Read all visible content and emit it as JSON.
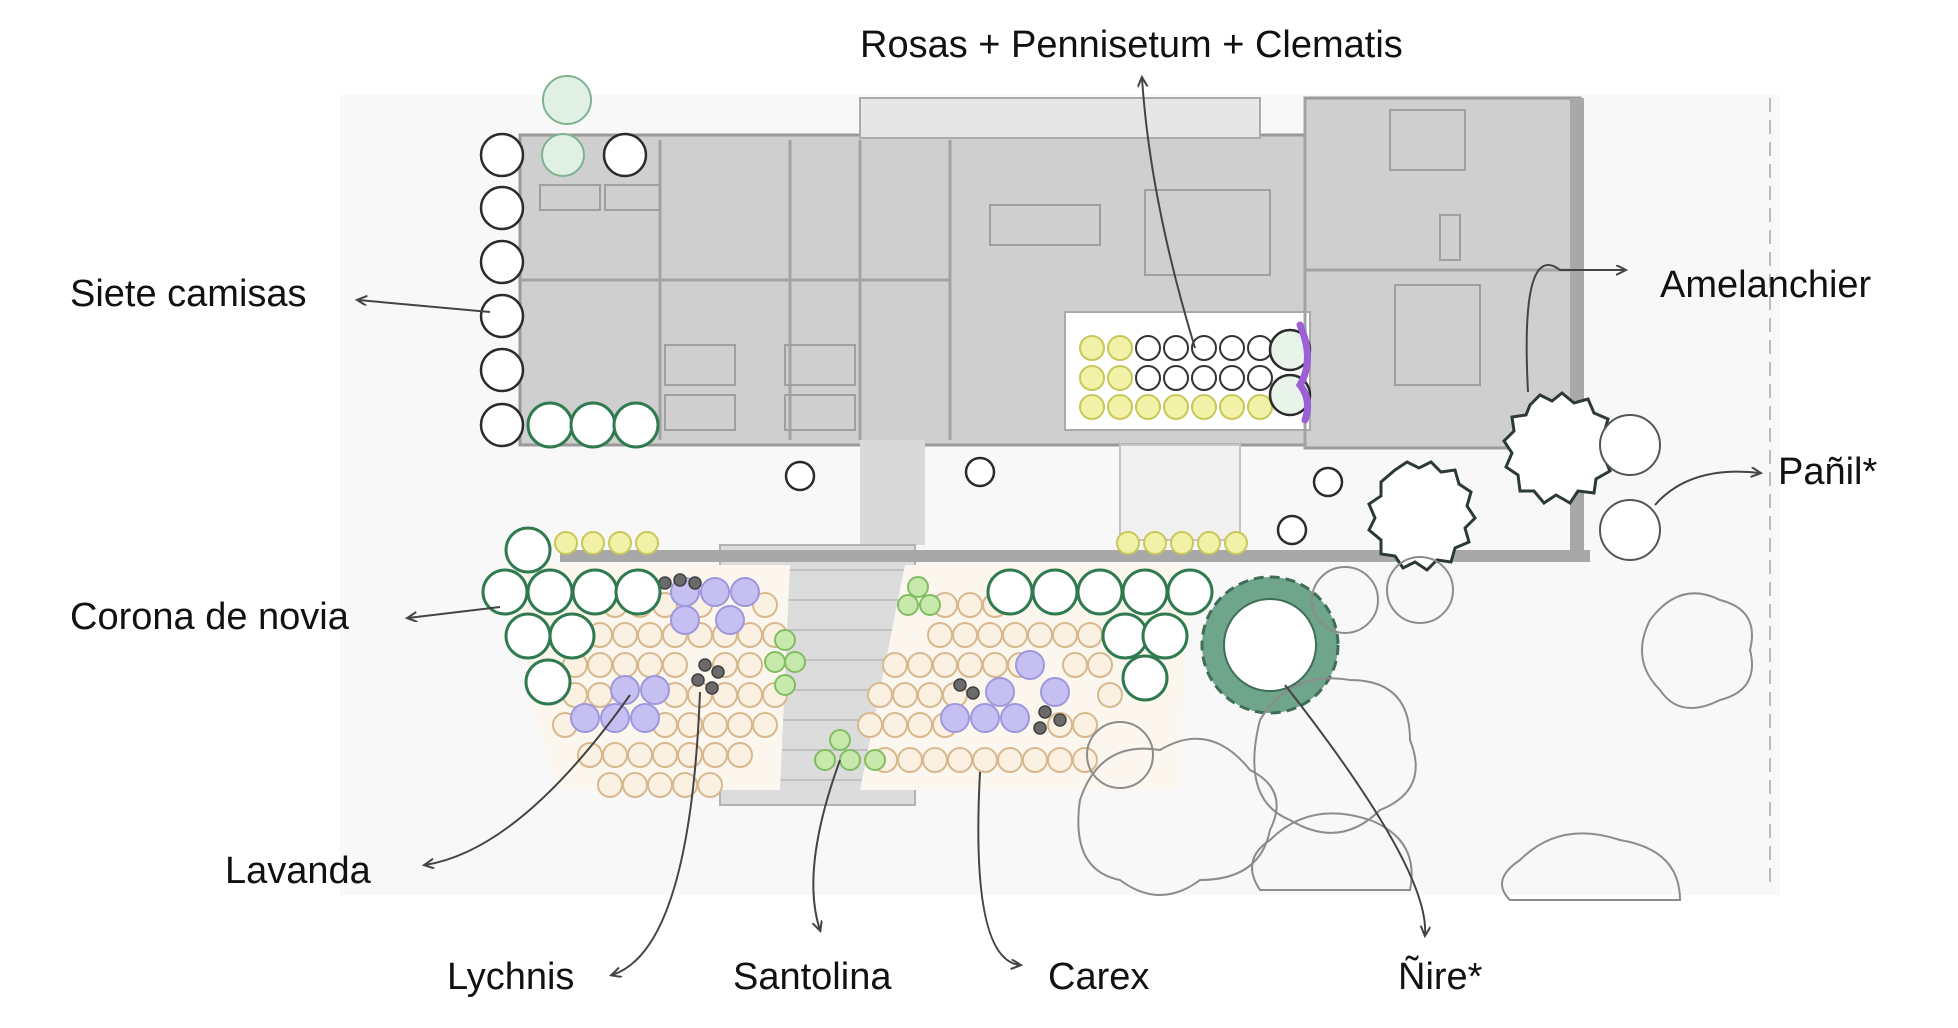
{
  "labels": {
    "top": "Rosas + Pennisetum + Clematis",
    "siete": "Siete camisas",
    "amelanchier": "Amelanchier",
    "panil": "Pañil*",
    "corona": "Corona de novia",
    "lavanda": "Lavanda",
    "lychnis": "Lychnis",
    "santolina": "Santolina",
    "carex": "Carex",
    "nire": "Ñire*"
  },
  "colors": {
    "house": "#cfcfcf",
    "wall": "#9a9a9a",
    "shrub_green": "#2f7a4f",
    "nire_fill": "#6fa58a",
    "lavender": "#b9b4ee",
    "carex_tan": "#d8b88e",
    "santolina": "#a6d48a",
    "rosa_yellow": "#e4e48a",
    "lychnis": "#555555",
    "clematis": "#9b5fd6"
  }
}
